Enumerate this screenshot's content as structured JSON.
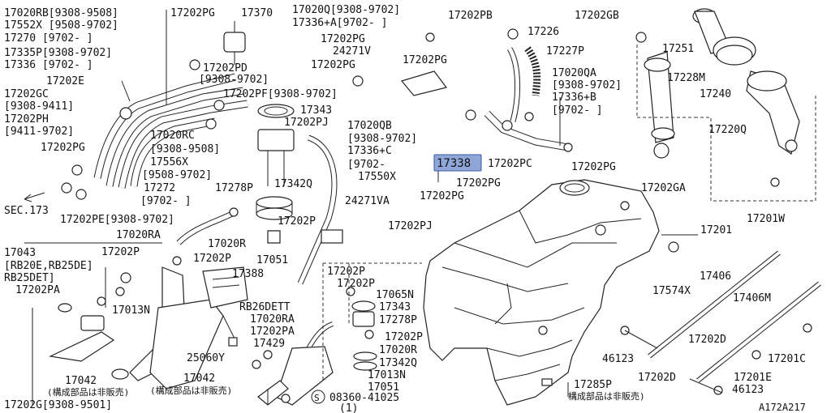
{
  "diagram_id": "A172A217",
  "highlight": {
    "label": "17338",
    "color": "#8fa6d9"
  },
  "notes": {
    "not_sold_1": "(構成部品は非販売)",
    "not_sold_2": "(構成部品は非販売)",
    "not_sold_3": "構成部品は非販売)",
    "sec": "SEC.173"
  },
  "labels": [
    {
      "id": "l1",
      "text": "17020RB[9308-9508]"
    },
    {
      "id": "l2",
      "text": "17552X [9508-9702]"
    },
    {
      "id": "l3",
      "text": "17270  [9702-    ]"
    },
    {
      "id": "l4",
      "text": "17202PG"
    },
    {
      "id": "l5",
      "text": "17370"
    },
    {
      "id": "l6",
      "text": "17020Q[9308-9702]"
    },
    {
      "id": "l7",
      "text": "17336+A[9702-    ]"
    },
    {
      "id": "l8",
      "text": "17202PB"
    },
    {
      "id": "l9",
      "text": "17202GB"
    },
    {
      "id": "l10",
      "text": "17335P[9308-9702]"
    },
    {
      "id": "l11",
      "text": "17336 [9702-    ]"
    },
    {
      "id": "l12",
      "text": "17202PG"
    },
    {
      "id": "l13",
      "text": "17226"
    },
    {
      "id": "l14",
      "text": "24271V"
    },
    {
      "id": "l15",
      "text": "17227P"
    },
    {
      "id": "l16",
      "text": "17251"
    },
    {
      "id": "l17",
      "text": "17202E"
    },
    {
      "id": "l18",
      "text": "17202PD"
    },
    {
      "id": "l19",
      "text": "[9308-9702]"
    },
    {
      "id": "l20",
      "text": "17202PG"
    },
    {
      "id": "l21",
      "text": "17202PG"
    },
    {
      "id": "l22",
      "text": "17020QA"
    },
    {
      "id": "l23",
      "text": "[9308-9702]"
    },
    {
      "id": "l24",
      "text": "17228M"
    },
    {
      "id": "l25",
      "text": "17240"
    },
    {
      "id": "l26",
      "text": "17202GC"
    },
    {
      "id": "l27",
      "text": "[9308-9411]"
    },
    {
      "id": "l28",
      "text": "17202PH"
    },
    {
      "id": "l29",
      "text": "[9411-9702]"
    },
    {
      "id": "l30",
      "text": "17202PF[9308-9702]"
    },
    {
      "id": "l31",
      "text": "17343"
    },
    {
      "id": "l32",
      "text": "17336+B"
    },
    {
      "id": "l33",
      "text": "[9702-    ]"
    },
    {
      "id": "l34",
      "text": "17202PJ"
    },
    {
      "id": "l35",
      "text": "17020QB"
    },
    {
      "id": "l36",
      "text": "17220Q"
    },
    {
      "id": "l37",
      "text": "17202PG"
    },
    {
      "id": "l38",
      "text": "17020RC"
    },
    {
      "id": "l39",
      "text": "[9308-9508]"
    },
    {
      "id": "l40",
      "text": "[9308-9702]"
    },
    {
      "id": "l41",
      "text": "17336+C"
    },
    {
      "id": "l42",
      "text": "17556X"
    },
    {
      "id": "l43",
      "text": "[9508-9702]"
    },
    {
      "id": "l44",
      "text": "[9702-"
    },
    {
      "id": "l45",
      "text": "17550X"
    },
    {
      "id": "l46",
      "text": "17338"
    },
    {
      "id": "l47",
      "text": "17202PC"
    },
    {
      "id": "l48",
      "text": "17202PG"
    },
    {
      "id": "l49",
      "text": "17272"
    },
    {
      "id": "l50",
      "text": "[9702-    ]"
    },
    {
      "id": "l51",
      "text": "17278P"
    },
    {
      "id": "l52",
      "text": "17342Q"
    },
    {
      "id": "l53",
      "text": "17202PG"
    },
    {
      "id": "l54",
      "text": "17202PG"
    },
    {
      "id": "l55",
      "text": "17202GA"
    },
    {
      "id": "l56",
      "text": "SEC.173"
    },
    {
      "id": "l57",
      "text": "17202PE[9308-9702]"
    },
    {
      "id": "l58",
      "text": "24271VA"
    },
    {
      "id": "l59",
      "text": "17202PJ"
    },
    {
      "id": "l60",
      "text": "17201"
    },
    {
      "id": "l61",
      "text": "17201W"
    },
    {
      "id": "l62",
      "text": "17020RA"
    },
    {
      "id": "l63",
      "text": "17202P"
    },
    {
      "id": "l64",
      "text": "17020R"
    },
    {
      "id": "l65",
      "text": "17043"
    },
    {
      "id": "l66",
      "text": "[RB20E,RB25DE]"
    },
    {
      "id": "l67",
      "text": "RB25DET]"
    },
    {
      "id": "l68",
      "text": "17202P"
    },
    {
      "id": "l69",
      "text": "17202P"
    },
    {
      "id": "l70",
      "text": "17051"
    },
    {
      "id": "l71",
      "text": "17388"
    },
    {
      "id": "l72",
      "text": "17202PA"
    },
    {
      "id": "l73",
      "text": "17202P"
    },
    {
      "id": "l74",
      "text": "17202P"
    },
    {
      "id": "l75",
      "text": "17065N"
    },
    {
      "id": "l76",
      "text": "17574X"
    },
    {
      "id": "l77",
      "text": "17406"
    },
    {
      "id": "l78",
      "text": "17406M"
    },
    {
      "id": "l79",
      "text": "17013N"
    },
    {
      "id": "l80",
      "text": "RB26DETT"
    },
    {
      "id": "l81",
      "text": "17343"
    },
    {
      "id": "l82",
      "text": "17020RA"
    },
    {
      "id": "l83",
      "text": "17278P"
    },
    {
      "id": "l84",
      "text": "17202PA"
    },
    {
      "id": "l85",
      "text": "17202P"
    },
    {
      "id": "l86",
      "text": "17429"
    },
    {
      "id": "l87",
      "text": "17020R"
    },
    {
      "id": "l88",
      "text": "25060Y"
    },
    {
      "id": "l89",
      "text": "17342Q"
    },
    {
      "id": "l90",
      "text": "17202D"
    },
    {
      "id": "l91",
      "text": "46123"
    },
    {
      "id": "l92",
      "text": "17201C"
    },
    {
      "id": "l93",
      "text": "17013N"
    },
    {
      "id": "l94",
      "text": "17042"
    },
    {
      "id": "l95",
      "text": "17042"
    },
    {
      "id": "l96",
      "text": "17051"
    },
    {
      "id": "l97",
      "text": "17202D"
    },
    {
      "id": "l98",
      "text": "17201E"
    },
    {
      "id": "l99",
      "text": "17285P"
    },
    {
      "id": "l100",
      "text": "08360-41025"
    },
    {
      "id": "l101",
      "text": "(1)"
    },
    {
      "id": "l102",
      "text": "46123"
    },
    {
      "id": "l103",
      "text": "17202G[9308-9501]"
    },
    {
      "id": "l104",
      "text": "S"
    }
  ]
}
